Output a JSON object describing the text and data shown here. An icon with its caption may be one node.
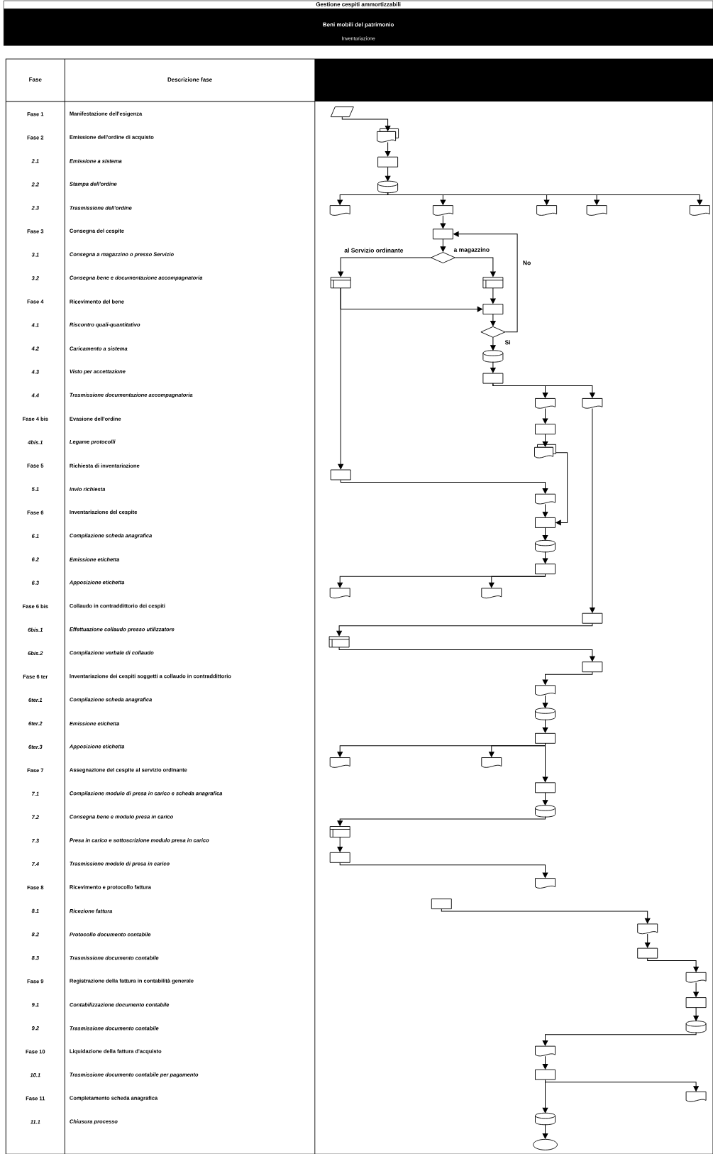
{
  "diagram": {
    "title": "Gestione cespiti ammortizzabili",
    "labels": [
      "Beni mobili del patrimonio",
      "Inventariazione",
      "Fase",
      "Descrizione fase",
      "Fase 1",
      "Manifestazione dell'esigenza",
      "Fase 2",
      "Emissione dell'ordine di acquisto",
      "2.1",
      "Emissione a sistema",
      "2.2",
      "Stampa dell'ordine",
      "2.3",
      "Trasmissione dell'ordine",
      "Fase 3",
      "Consegna del cespite",
      "3.1",
      "Consegna a magazzino o presso Servizio",
      "3.2",
      "Consegna bene e documentazione accompagnatoria",
      "Fase 4",
      "Ricevimento del bene",
      "4.1",
      "Riscontro quali-quantitativo",
      "4.2",
      "Caricamento a sistema",
      "4.3",
      "Visto per accettazione",
      "4.4",
      "Trasmissione documentazione accompagnatoria",
      "Fase 4 bis",
      "Evasione dell'ordine",
      "4bis.1",
      "Legame protocolli",
      "Fase 5",
      "Richiesta di inventariazione",
      "5.1",
      "Invio richiesta",
      "Fase 6",
      "Inventariazione del cespite",
      "6.1",
      "Compilazione scheda anagrafica",
      "6.2",
      "Emissione etichetta",
      "6.3",
      "Apposizione etichetta",
      "Fase 6 bis",
      "Collaudo in contraddittorio dei cespiti",
      "6bis.1",
      "Effettuazione collaudo presso utilizzatore",
      "6bis.2",
      "Compilazione verbale di collaudo",
      "Fase 6 ter",
      "Inventariazione dei cespiti soggetti a collaudo in contraddittorio",
      "6ter.1",
      "Compilazione scheda anagrafica",
      "6ter.2",
      "Emissione etichetta",
      "6ter.3",
      "Apposizione etichetta",
      "Fase 7",
      "Assegnazione del cespite al servizio ordinante",
      "7.1",
      "Compilazione modulo di presa in carico e scheda anagrafica",
      "7.2",
      "Consegna bene e modulo presa in carico",
      "7.3",
      "Presa in carico e sottoscrizione modulo presa in carico",
      "7.4",
      "Trasmissione modulo di presa in carico",
      "Fase 8",
      "Ricevimento e protocollo fattura",
      "8.1",
      "Ricezione fattura",
      "8.2",
      "Protocollo documento contabile",
      "8.3",
      "Trasmissione documento contabile",
      "Fase 9",
      "Registrazione della fattura in contabilità generale",
      "9.1",
      "Contabilizzazione documento contabile",
      "9.2",
      "Trasmissione documento contabile",
      "Fase 10",
      "Liquidazione della fattura d'acquisto",
      "10.1",
      "Trasmissione documento contabile per pagamento",
      "Fase 11",
      "Completamento scheda anagrafica",
      "11.1",
      "Chiusura processo"
    ],
    "nodes": [
      {
        "text": [],
        "shape": "parallelogram"
      },
      {
        "text": [],
        "shape": "documents"
      },
      {
        "text": [],
        "shape": "box"
      },
      {
        "text": [],
        "shape": "cylinder"
      },
      {
        "text": [],
        "shape": "document"
      },
      {
        "text": [],
        "shape": "document"
      },
      {
        "text": [],
        "shape": "document"
      },
      {
        "text": [],
        "shape": "document"
      },
      {
        "text": [],
        "shape": "document"
      },
      {
        "text": [],
        "shape": "box"
      },
      {
        "text": [],
        "shape": "diamond"
      },
      {
        "text": [],
        "shape": "window"
      },
      {
        "text": [],
        "shape": "window"
      },
      {
        "text": [],
        "shape": "box"
      },
      {
        "text": [],
        "shape": "diamond"
      },
      {
        "text": [],
        "shape": "cylinder"
      },
      {
        "text": [],
        "shape": "box"
      },
      {
        "text": [],
        "shape": "document"
      },
      {
        "text": [],
        "shape": "document"
      },
      {
        "text": [],
        "shape": "box"
      },
      {
        "text": [],
        "shape": "documents"
      },
      {
        "text": [],
        "shape": "box"
      },
      {
        "text": [],
        "shape": "document"
      },
      {
        "text": [],
        "shape": "box"
      },
      {
        "text": [],
        "shape": "cylinder"
      },
      {
        "text": [],
        "shape": "box"
      },
      {
        "text": [],
        "shape": "document"
      },
      {
        "text": [],
        "shape": "document"
      },
      {
        "text": [],
        "shape": "box"
      },
      {
        "text": [],
        "shape": "window"
      },
      {
        "text": [],
        "shape": "box"
      },
      {
        "text": [],
        "shape": "document"
      },
      {
        "text": [],
        "shape": "cylinder"
      },
      {
        "text": [],
        "shape": "box"
      },
      {
        "text": [],
        "shape": "document"
      },
      {
        "text": [],
        "shape": "document"
      },
      {
        "text": [],
        "shape": "box"
      },
      {
        "text": [],
        "shape": "cylinder"
      },
      {
        "text": [],
        "shape": "window"
      },
      {
        "text": [],
        "shape": "box"
      },
      {
        "text": [],
        "shape": "document"
      },
      {
        "text": [],
        "shape": "box"
      },
      {
        "text": [],
        "shape": "document"
      },
      {
        "text": [],
        "shape": "box"
      },
      {
        "text": [],
        "shape": "document"
      },
      {
        "text": [],
        "shape": "box"
      },
      {
        "text": [],
        "shape": "cylinder"
      },
      {
        "text": [],
        "shape": "document"
      },
      {
        "text": [],
        "shape": "box"
      },
      {
        "text": [],
        "shape": "document"
      },
      {
        "text": [],
        "shape": "cylinder"
      },
      {
        "text": [],
        "shape": "ellipse"
      }
    ],
    "edges": [
      {
        "from": 0,
        "to": 1,
        "arrow": "to"
      },
      {
        "from": 1,
        "to": 2,
        "arrow": "to"
      },
      {
        "from": 2,
        "to": 3,
        "arrow": "to"
      },
      {
        "from": 3,
        "to": 4,
        "arrow": "to"
      },
      {
        "from": 3,
        "to": 5,
        "arrow": "to"
      },
      {
        "from": 3,
        "to": 6,
        "arrow": "to"
      },
      {
        "from": 3,
        "to": 7,
        "arrow": "to"
      },
      {
        "from": 3,
        "to": 8,
        "arrow": "to"
      },
      {
        "from": 5,
        "to": 9,
        "arrow": "to"
      },
      {
        "from": 9,
        "to": 10,
        "arrow": "to"
      },
      {
        "from": 10,
        "to": 11,
        "arrow": "to",
        "label": "al Servizio ordinante"
      },
      {
        "from": 10,
        "to": 12,
        "arrow": "to",
        "label": "a magazzino"
      },
      {
        "from": 12,
        "to": 13,
        "arrow": "to"
      },
      {
        "from": 11,
        "to": 13,
        "arrow": "to"
      },
      {
        "from": 13,
        "to": 14,
        "arrow": "to"
      },
      {
        "from": 14,
        "to": 9,
        "arrow": "to",
        "label": "No"
      },
      {
        "from": 14,
        "to": 15,
        "arrow": "to",
        "label": "Si"
      },
      {
        "from": 15,
        "to": 16,
        "arrow": "to"
      },
      {
        "from": 16,
        "to": 17,
        "arrow": "to"
      },
      {
        "from": 16,
        "to": 18,
        "arrow": "to"
      },
      {
        "from": 17,
        "to": 19,
        "arrow": "to"
      },
      {
        "from": 19,
        "to": 20,
        "arrow": "to"
      },
      {
        "from": 11,
        "to": 21,
        "arrow": "to"
      },
      {
        "from": 21,
        "to": 22,
        "arrow": "to"
      },
      {
        "from": 20,
        "to": 23,
        "arrow": "to"
      },
      {
        "from": 22,
        "to": 23,
        "arrow": "to"
      },
      {
        "from": 23,
        "to": 24,
        "arrow": "to"
      },
      {
        "from": 24,
        "to": 25,
        "arrow": "to"
      },
      {
        "from": 25,
        "to": 26,
        "arrow": "to"
      },
      {
        "from": 25,
        "to": 27,
        "arrow": "to"
      },
      {
        "from": 18,
        "to": 28,
        "arrow": "to"
      },
      {
        "from": 28,
        "to": 29,
        "arrow": "to"
      },
      {
        "from": 29,
        "to": 30,
        "arrow": "to"
      },
      {
        "from": 30,
        "to": 31,
        "arrow": "to"
      },
      {
        "from": 31,
        "to": 32,
        "arrow": "to"
      },
      {
        "from": 32,
        "to": 33,
        "arrow": "to"
      },
      {
        "from": 33,
        "to": 34,
        "arrow": "to"
      },
      {
        "from": 33,
        "to": 35,
        "arrow": "to"
      },
      {
        "from": 33,
        "to": 36,
        "arrow": "to"
      },
      {
        "from": 36,
        "to": 37,
        "arrow": "to"
      },
      {
        "from": 37,
        "to": 38,
        "arrow": "to"
      },
      {
        "from": 38,
        "to": 39,
        "arrow": "to"
      },
      {
        "from": 39,
        "to": 40,
        "arrow": "to"
      },
      {
        "from": 41,
        "to": 42,
        "arrow": "to"
      },
      {
        "from": 42,
        "to": 43,
        "arrow": "to"
      },
      {
        "from": 43,
        "to": 44,
        "arrow": "to"
      },
      {
        "from": 44,
        "to": 45,
        "arrow": "to"
      },
      {
        "from": 45,
        "to": 46,
        "arrow": "to"
      },
      {
        "from": 46,
        "to": 47,
        "arrow": "to"
      },
      {
        "from": 47,
        "to": 48,
        "arrow": "to"
      },
      {
        "from": 48,
        "to": 49,
        "arrow": "to"
      },
      {
        "from": 48,
        "to": 50,
        "arrow": "to"
      },
      {
        "from": 50,
        "to": 51,
        "arrow": "to"
      }
    ]
  }
}
